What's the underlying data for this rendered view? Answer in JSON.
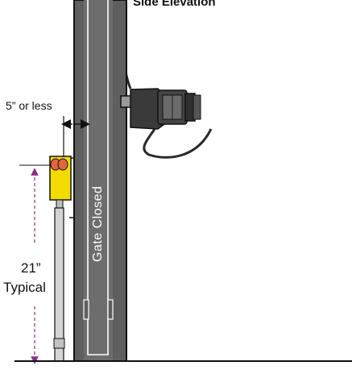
{
  "diagram": {
    "header_label": "Side Elevation",
    "gate_label": "Gate Closed",
    "gap_label": "5” or less",
    "height_value": "21”",
    "height_note": "Typical"
  },
  "colors": {
    "gate_fill": "#5f5f5f",
    "gate_channel": "#7a7a7a",
    "gate_inner_line": "#ffffff",
    "reflector_yellow": "#f2dc00",
    "reflector_lens": "#e4663c",
    "dimension_purple": "#8e2a8a",
    "operator_dark": "#3a3a3a",
    "post_gray": "#cfcfcf",
    "outline": "#111111"
  },
  "icons": {
    "sensor": "photo-eye-reflector-icon",
    "operator": "gate-operator-arm-icon"
  }
}
